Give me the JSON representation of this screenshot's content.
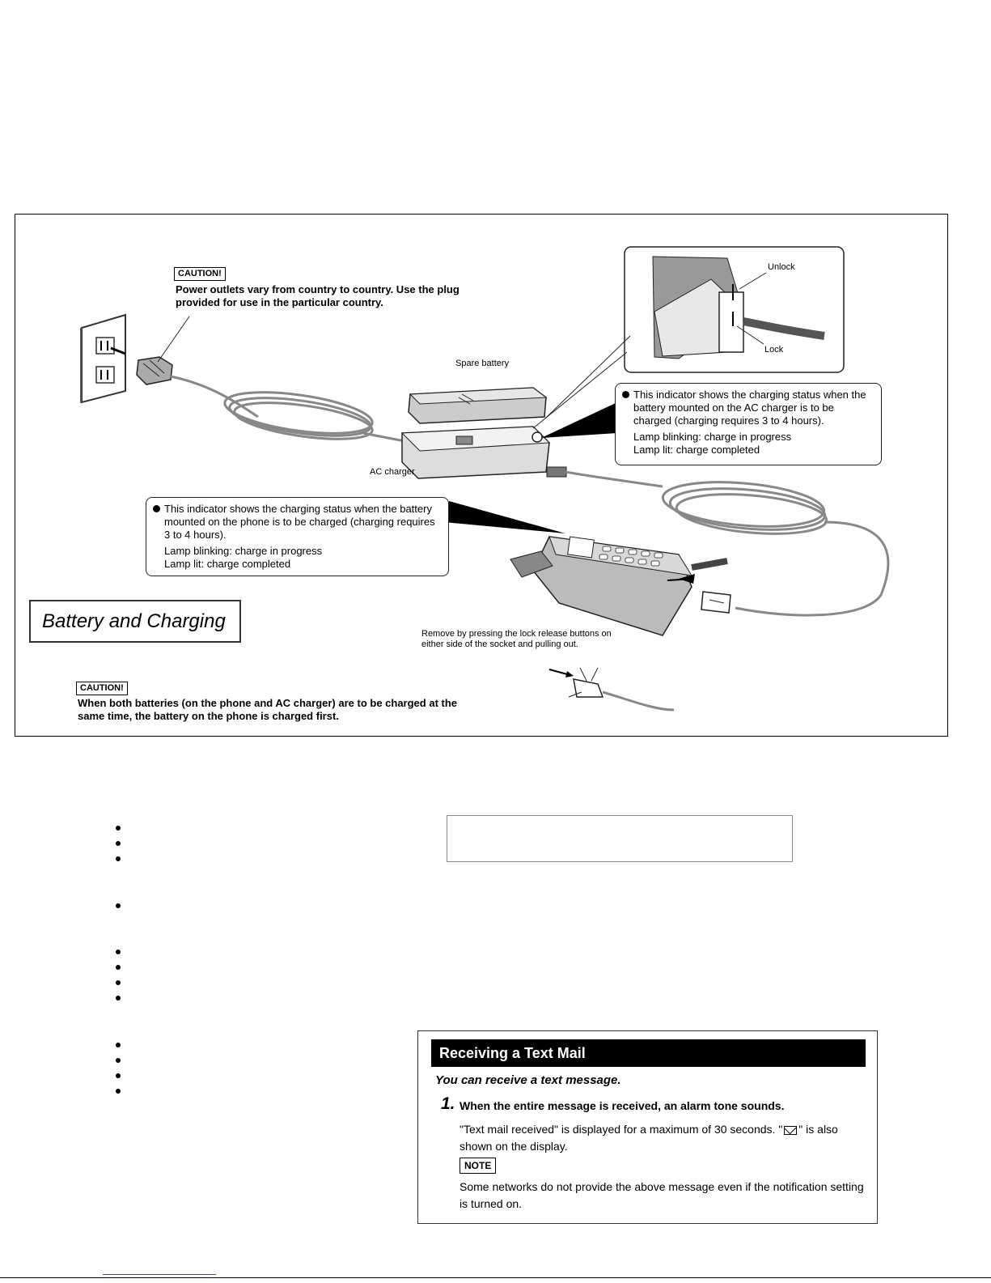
{
  "figure": {
    "caution_top": {
      "tag": "CAUTION!",
      "text": "Power outlets vary from country to country. Use the plug provided for use in the particular country."
    },
    "labels": {
      "spare_battery": "Spare battery",
      "ac_charger": "AC charger",
      "unlock": "Unlock",
      "lock": "Lock",
      "remove_instruction": "Remove by pressing the lock release buttons on either side of the socket and pulling out."
    },
    "callout_charger": {
      "text": "This indicator shows the  charging status when the battery mounted on the AC charger is to be charged (charging requires 3 to 4 hours).",
      "lamp_blinking": "Lamp blinking: charge in progress",
      "lamp_lit": "Lamp lit: charge completed"
    },
    "callout_phone": {
      "text": "This indicator shows the charging status when the battery mounted on the phone is to be charged (charging requires 3 to 4 hours).",
      "lamp_blinking": "Lamp blinking: charge in progress",
      "lamp_lit": "Lamp lit: charge completed"
    },
    "title": "Battery and Charging",
    "caution_bottom": {
      "tag": "CAUTION!",
      "text": "When both batteries (on the phone and AC charger) are to be charged at the same time, the battery on the phone is charged first."
    }
  },
  "text_mail": {
    "header": "Receiving a Text Mail",
    "intro": "You can receive a text message.",
    "step_number": "1.",
    "step_text": "When the entire message is received, an alarm tone sounds.",
    "body_before_icon": "\"Text mail received\" is displayed for a maximum of 30 seconds.  \"",
    "body_after_icon": "\" is also shown on the display.",
    "note_tag": "NOTE",
    "note_text": "Some networks do not provide the above message even if the notification setting is turned on.",
    "mail_icon": "envelope-icon"
  }
}
